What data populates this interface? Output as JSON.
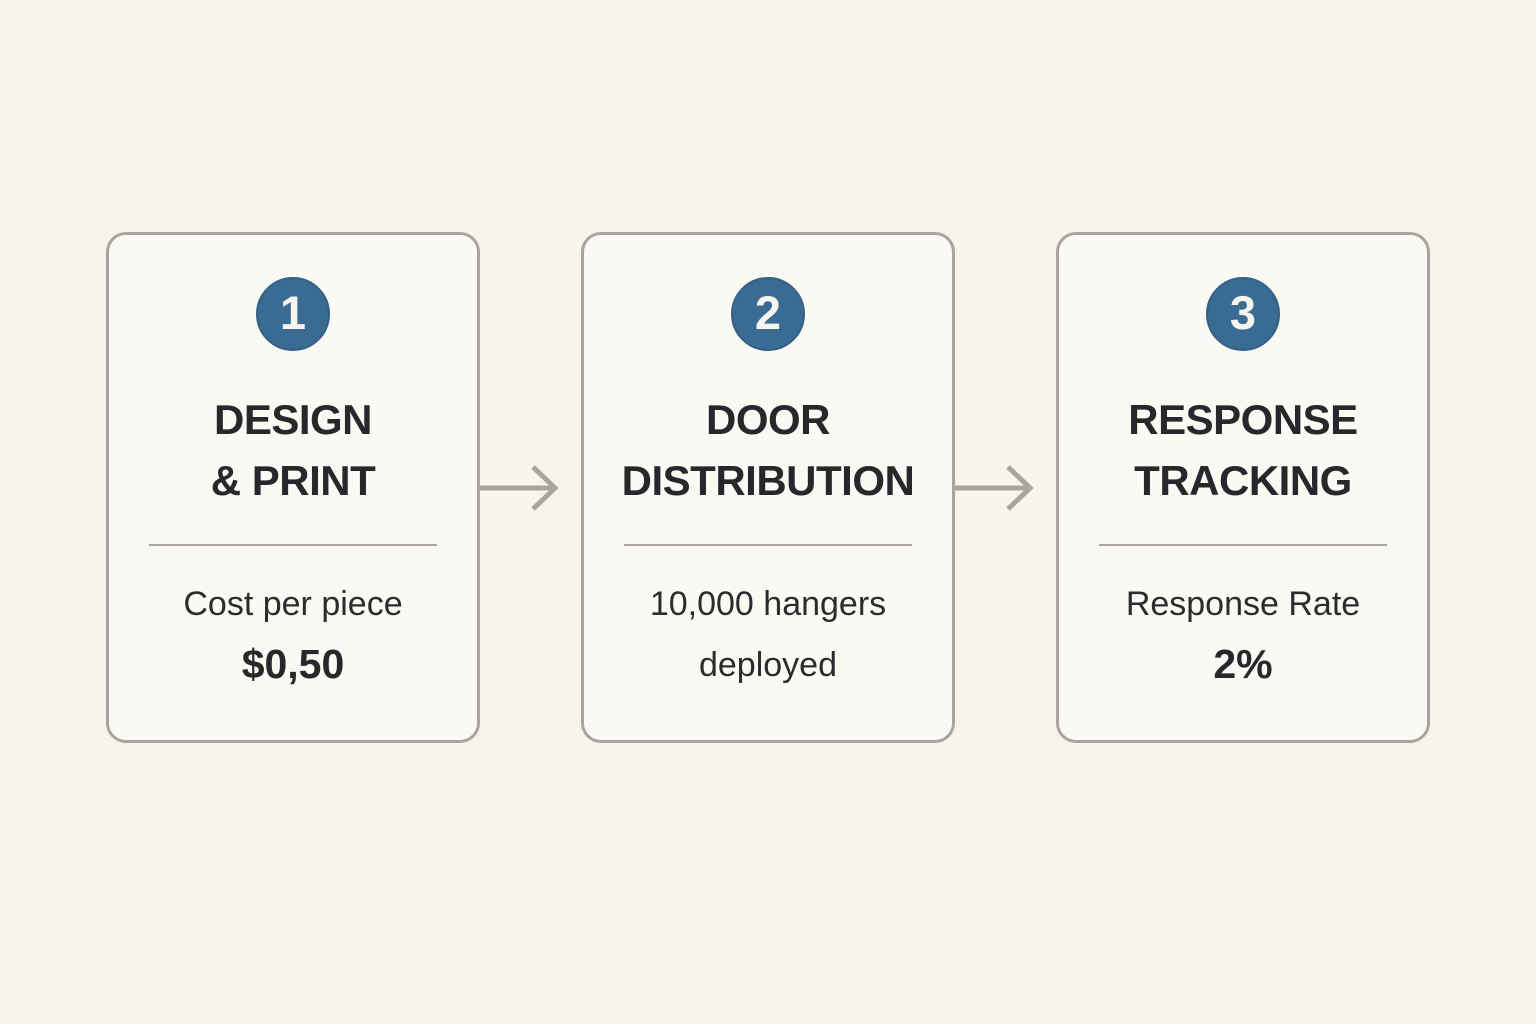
{
  "page": {
    "background_color": "#f8f4ec",
    "card_background_color": "#fbf9f3",
    "card_border_color": "#a9a59e",
    "accent_color": "#3a6b92",
    "text_color": "#26282b",
    "arrow_color": "#a8a49e"
  },
  "steps": [
    {
      "number": "1",
      "title_line1": "DESIGN",
      "title_line2": "& PRINT",
      "detail_line1": "Cost per piece",
      "detail_line2": "$0,50"
    },
    {
      "number": "2",
      "title_line1": "DOOR",
      "title_line2": "DISTRIBUTION",
      "detail_line1": "10,000 hangers",
      "detail_line2": "deployed"
    },
    {
      "number": "3",
      "title_line1": "RESPONSE",
      "title_line2": "TRACKING",
      "detail_line1": "Response Rate",
      "detail_line2": "2%"
    }
  ]
}
